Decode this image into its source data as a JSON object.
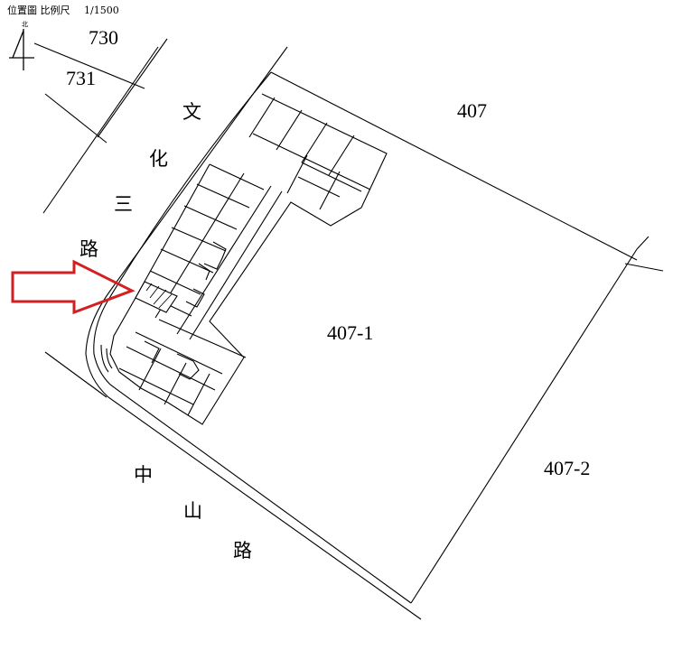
{
  "header": {
    "title": "位置圖",
    "scale_label": "比例尺",
    "scale_value": "1/1500"
  },
  "north_label": "北",
  "lots": {
    "l730": "730",
    "l731": "731",
    "l407": "407",
    "l407_1": "407-1",
    "l407_2": "407-2"
  },
  "roads": {
    "wenhua": [
      "文",
      "化",
      "三",
      "路"
    ],
    "zhongshan": [
      "中",
      "山",
      "路"
    ]
  },
  "colors": {
    "arrow": "#d22020",
    "line": "#000000"
  },
  "icons": {
    "north_arrow": "north-arrow-icon",
    "pointer": "red-arrow-icon"
  }
}
